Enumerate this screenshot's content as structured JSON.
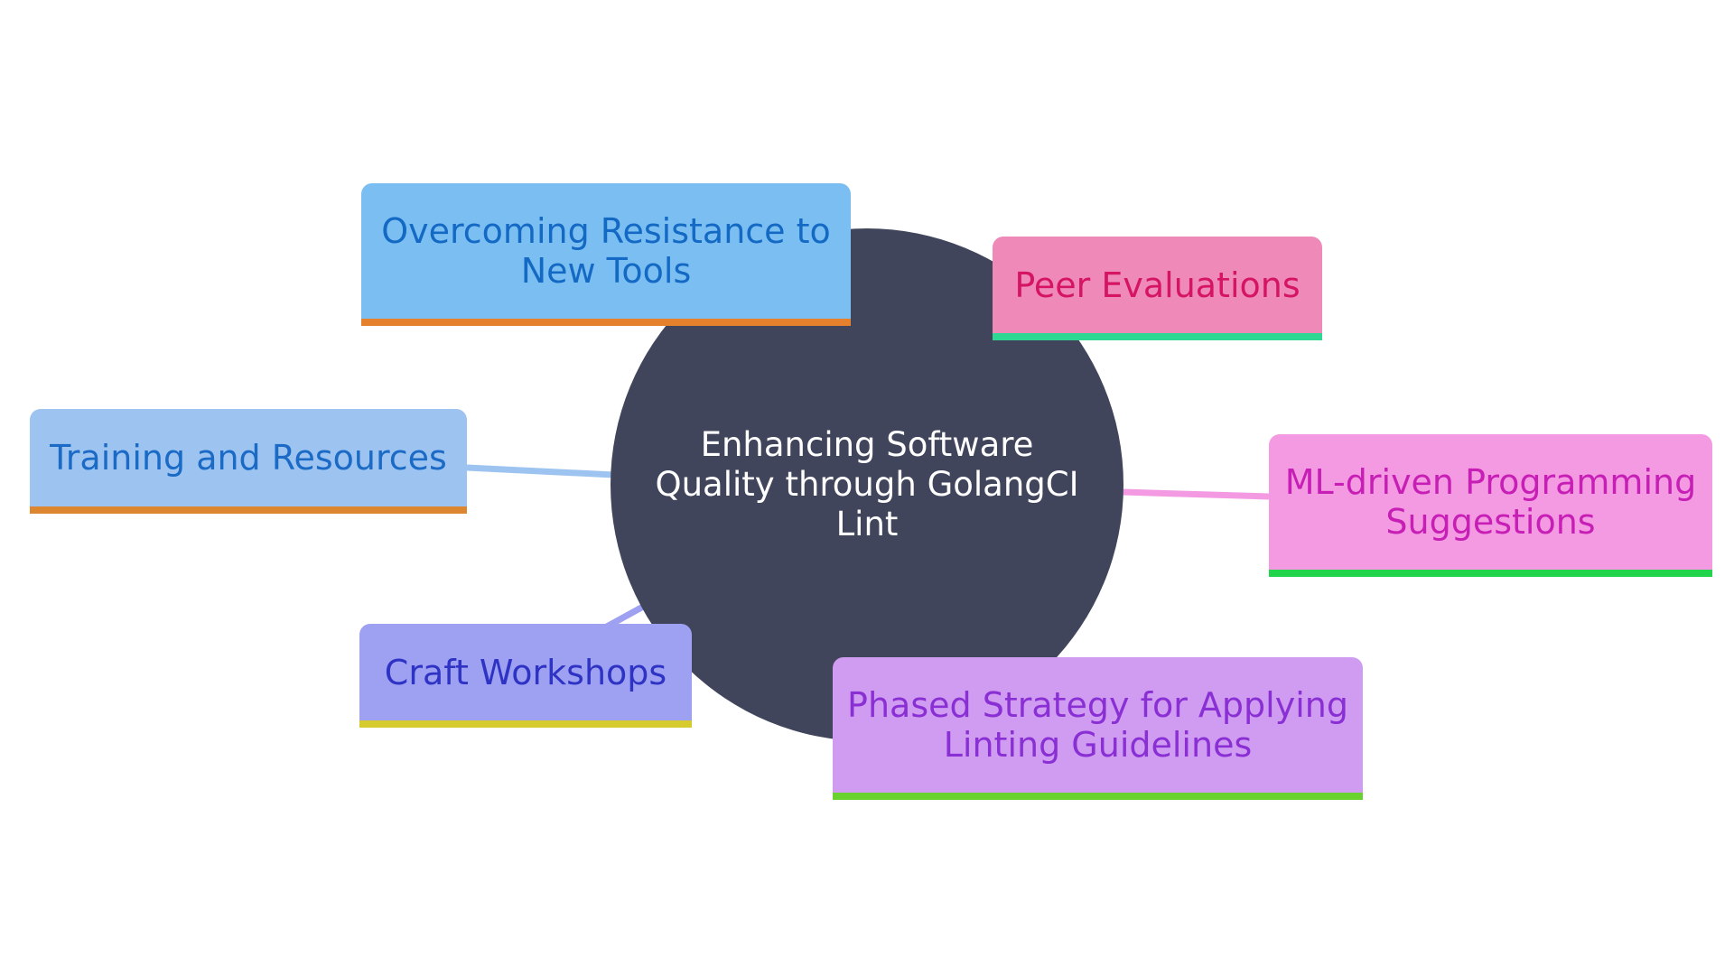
{
  "center": {
    "label": "Enhancing Software Quality through GolangCI Lint",
    "color": "#41455c"
  },
  "nodes": {
    "overcoming_resistance": {
      "label": "Overcoming Resistance to New Tools",
      "fill": "#7bbff2",
      "accent": "#e5812d",
      "text_color": "#1369c3"
    },
    "training_resources": {
      "label": "Training and Resources",
      "fill": "#9dc4f0",
      "accent": "#dc8630",
      "text_color": "#1b6ac6"
    },
    "craft_workshops": {
      "label": "Craft Workshops",
      "fill": "#9ea1f2",
      "accent": "#d5cb2e",
      "text_color": "#2f33c4"
    },
    "peer_evaluations": {
      "label": "Peer Evaluations",
      "fill": "#ee89b8",
      "accent": "#2ed893",
      "text_color": "#d51564"
    },
    "ml_suggestions": {
      "label": "ML-driven Programming Suggestions",
      "fill": "#f39ae3",
      "accent": "#21d44b",
      "text_color": "#c71fb5"
    },
    "phased_strategy": {
      "label": "Phased Strategy for Applying Linting Guidelines",
      "fill": "#cf9cf2",
      "accent": "#6ad22f",
      "text_color": "#8a2fd3"
    }
  },
  "links": {
    "training_resources": "#9dc4f0",
    "ml_suggestions": "#f39ae3",
    "craft_workshops": "#9ea1f2"
  }
}
